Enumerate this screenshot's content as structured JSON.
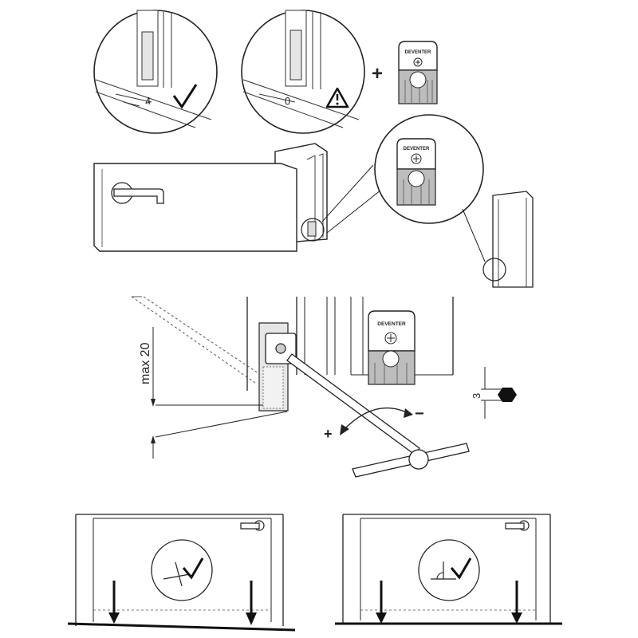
{
  "step1": {
    "gap_ok_value": "4",
    "gap_bad_value": "0",
    "plus_sign": "+",
    "cap_brand": "DEVENTER"
  },
  "step2": {
    "cap_brand": "DEVENTER"
  },
  "step3": {
    "max_label": "max 20",
    "cap_brand": "DEVENTER",
    "plus_sign": "+",
    "minus_sign": "−",
    "hex_size": "3"
  },
  "colors": {
    "line": "#222222",
    "gray_fill": "#d9d9d9",
    "dark_gray": "#8c8c8c"
  }
}
